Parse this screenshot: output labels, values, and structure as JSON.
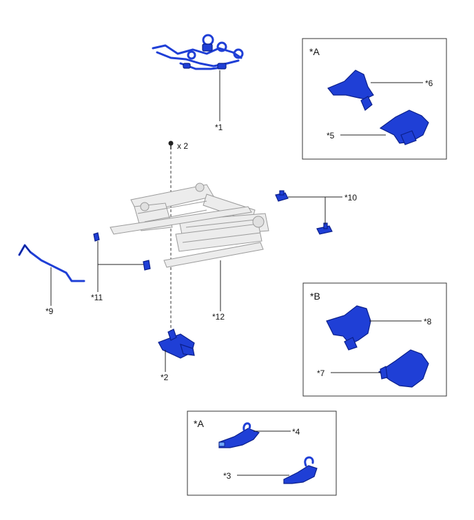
{
  "labels": {
    "p1": "*1",
    "p2": "*2",
    "p3": "*3",
    "p4": "*4",
    "p5": "*5",
    "p6": "*6",
    "p7": "*7",
    "p8": "*8",
    "p9": "*9",
    "p10": "*10",
    "p11": "*11",
    "p12": "*12"
  },
  "bolt_qty": "x 2",
  "boxes": {
    "top_right": "*A",
    "mid_right": "*B",
    "bottom": "*A"
  },
  "colors": {
    "part": "#1f3fd6",
    "frame": "#ececec"
  }
}
